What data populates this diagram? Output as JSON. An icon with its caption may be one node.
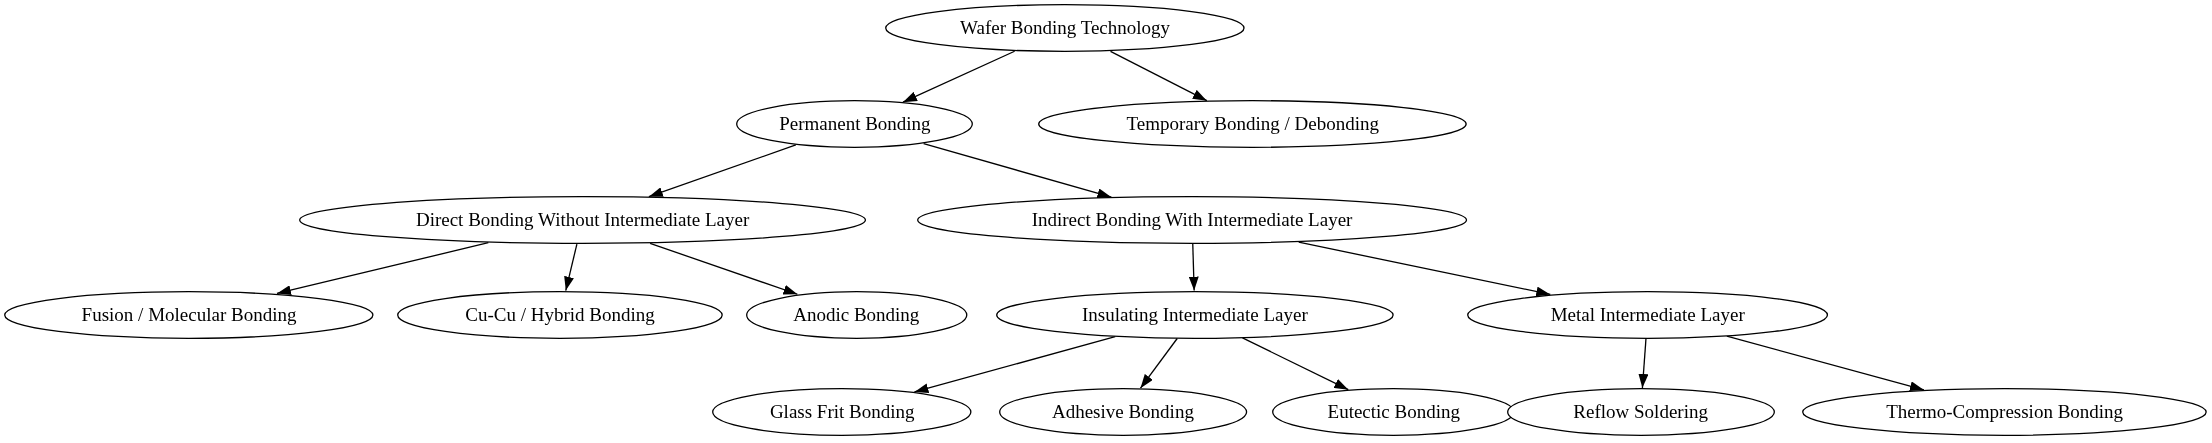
{
  "diagram": {
    "nodes": [
      {
        "text": [
          "Wafer Bonding Technology"
        ]
      },
      {
        "text": [
          "Permanent Bonding"
        ]
      },
      {
        "text": [
          "Temporary Bonding / Debonding"
        ]
      },
      {
        "text": [
          "Direct Bonding Without Intermediate Layer"
        ]
      },
      {
        "text": [
          "Indirect Bonding With Intermediate Layer"
        ]
      },
      {
        "text": [
          "Fusion / Molecular Bonding"
        ]
      },
      {
        "text": [
          "Cu-Cu / Hybrid Bonding"
        ]
      },
      {
        "text": [
          "Anodic Bonding"
        ]
      },
      {
        "text": [
          "Insulating Intermediate Layer"
        ]
      },
      {
        "text": [
          "Metal Intermediate Layer"
        ]
      },
      {
        "text": [
          "Glass Frit Bonding"
        ]
      },
      {
        "text": [
          "Adhesive Bonding"
        ]
      },
      {
        "text": [
          "Eutectic Bonding"
        ]
      },
      {
        "text": [
          "Reflow Soldering"
        ]
      },
      {
        "text": [
          "Thermo-Compression Bonding"
        ]
      }
    ],
    "edges": [
      {
        "from": 0,
        "to": 1,
        "arrow": "to"
      },
      {
        "from": 0,
        "to": 2,
        "arrow": "to"
      },
      {
        "from": 1,
        "to": 3,
        "arrow": "to"
      },
      {
        "from": 1,
        "to": 4,
        "arrow": "to"
      },
      {
        "from": 3,
        "to": 5,
        "arrow": "to"
      },
      {
        "from": 3,
        "to": 6,
        "arrow": "to"
      },
      {
        "from": 3,
        "to": 7,
        "arrow": "to"
      },
      {
        "from": 4,
        "to": 8,
        "arrow": "to"
      },
      {
        "from": 4,
        "to": 9,
        "arrow": "to"
      },
      {
        "from": 8,
        "to": 10,
        "arrow": "to"
      },
      {
        "from": 8,
        "to": 11,
        "arrow": "to"
      },
      {
        "from": 8,
        "to": 12,
        "arrow": "to"
      },
      {
        "from": 9,
        "to": 13,
        "arrow": "to"
      },
      {
        "from": 9,
        "to": 14,
        "arrow": "to"
      }
    ]
  }
}
